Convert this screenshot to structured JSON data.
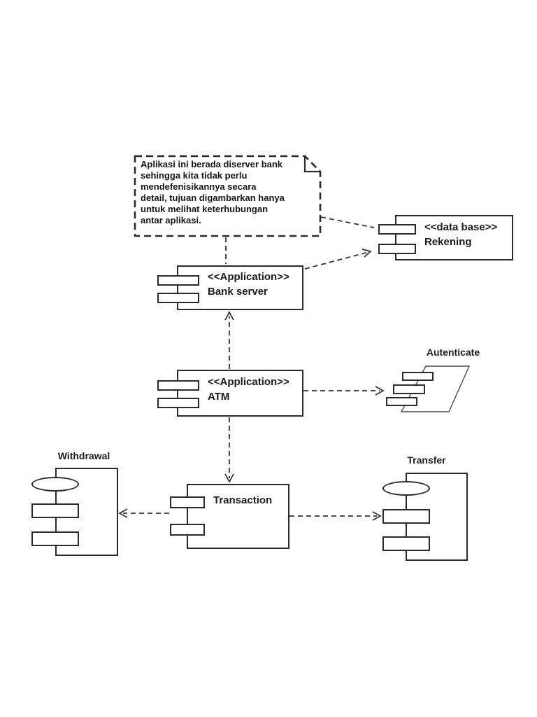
{
  "diagram": {
    "type": "uml-component-diagram",
    "note": {
      "text": "Aplikasi ini berada diserver bank\nsehingga kita tidak perlu\nmendefenisikannya secara\ndetail, tujuan digambarkan hanya\nuntuk melihat keterhubungan\nantar aplikasi."
    },
    "components": {
      "rekening": {
        "stereotype": "<<data base>>",
        "name": "Rekening"
      },
      "bank_server": {
        "stereotype": "<<Application>>",
        "name": "Bank server"
      },
      "atm": {
        "stereotype": "<<Application>>",
        "name": "ATM"
      },
      "autenticate": {
        "name": "Autenticate"
      },
      "transaction": {
        "name": "Transaction"
      },
      "withdrawal": {
        "name": "Withdrawal"
      },
      "transfer": {
        "name": "Transfer"
      }
    },
    "connections": [
      {
        "from": "note",
        "to": "bank_server",
        "style": "dashed",
        "arrow": "none"
      },
      {
        "from": "note",
        "to": "rekening",
        "style": "dashed",
        "arrow": "none"
      },
      {
        "from": "bank_server",
        "to": "rekening",
        "style": "dashed",
        "arrow": "open"
      },
      {
        "from": "atm",
        "to": "bank_server",
        "style": "dashed",
        "arrow": "open"
      },
      {
        "from": "atm",
        "to": "autenticate",
        "style": "dashed",
        "arrow": "open"
      },
      {
        "from": "atm",
        "to": "transaction",
        "style": "dashed",
        "arrow": "open"
      },
      {
        "from": "transaction",
        "to": "withdrawal",
        "style": "dashed",
        "arrow": "open"
      },
      {
        "from": "transaction",
        "to": "transfer",
        "style": "dashed",
        "arrow": "open"
      }
    ],
    "colors": {
      "line": "#333333",
      "text": "#1c1c1c",
      "background": "#ffffff"
    }
  }
}
